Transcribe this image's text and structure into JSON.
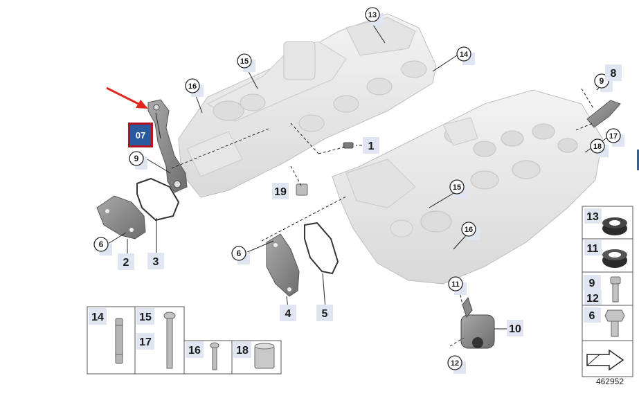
{
  "diagram": {
    "id_label": "462952",
    "selected_badge": "07",
    "colors": {
      "badge_fill": "#2a5a9e",
      "badge_border": "#b3121e",
      "arrow": "#e0261c",
      "callout_bg": "#dfe6f2"
    }
  },
  "callouts": [
    {
      "key": "c13_top",
      "label": "13"
    },
    {
      "key": "c14_top",
      "label": "14"
    },
    {
      "key": "c15_top",
      "label": "15"
    },
    {
      "key": "c16_top",
      "label": "16"
    },
    {
      "key": "c9_right",
      "label": "9"
    },
    {
      "key": "c8",
      "label": "8"
    },
    {
      "key": "c17_right",
      "label": "17"
    },
    {
      "key": "c18_right",
      "label": "18"
    },
    {
      "key": "c1",
      "label": "1"
    },
    {
      "key": "c19",
      "label": "19"
    },
    {
      "key": "c9_left",
      "label": "9"
    },
    {
      "key": "c6_left",
      "label": "6"
    },
    {
      "key": "c2",
      "label": "2"
    },
    {
      "key": "c3",
      "label": "3"
    },
    {
      "key": "c15_mid",
      "label": "15"
    },
    {
      "key": "c16_mid",
      "label": "16"
    },
    {
      "key": "c6_mid",
      "label": "6"
    },
    {
      "key": "c4",
      "label": "4"
    },
    {
      "key": "c5",
      "label": "5"
    },
    {
      "key": "c11",
      "label": "11"
    },
    {
      "key": "c10",
      "label": "10"
    },
    {
      "key": "c12",
      "label": "12"
    }
  ],
  "legend_bottom": [
    {
      "key": "b14",
      "label": "14"
    },
    {
      "key": "b15",
      "label": "15"
    },
    {
      "key": "b17",
      "label": "17"
    },
    {
      "key": "b16",
      "label": "16"
    },
    {
      "key": "b18",
      "label": "18"
    }
  ],
  "legend_right": [
    {
      "key": "r13",
      "label": "13"
    },
    {
      "key": "r11",
      "label": "11"
    },
    {
      "key": "r9",
      "label": "9"
    },
    {
      "key": "r12",
      "label": "12"
    },
    {
      "key": "r6",
      "label": "6"
    }
  ]
}
